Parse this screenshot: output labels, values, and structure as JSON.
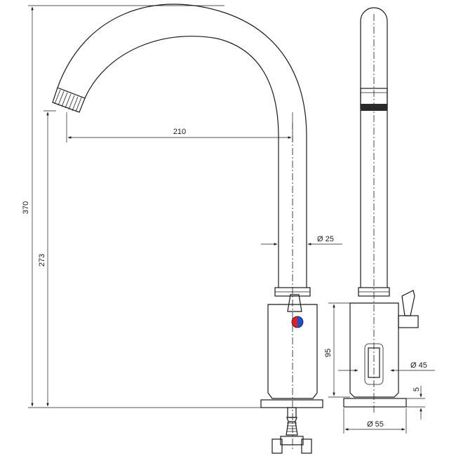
{
  "drawing": {
    "dimensions": {
      "total_height": "370",
      "spout_height": "273",
      "reach": "210",
      "spout_diameter": "Ø 25",
      "body_height": "95",
      "body_diameter": "Ø 45",
      "base_thickness": "5",
      "base_diameter": "Ø 55"
    },
    "colors": {
      "hot": "#e02020",
      "cold": "#1f4fd0",
      "line": "#1a1a1a"
    }
  }
}
